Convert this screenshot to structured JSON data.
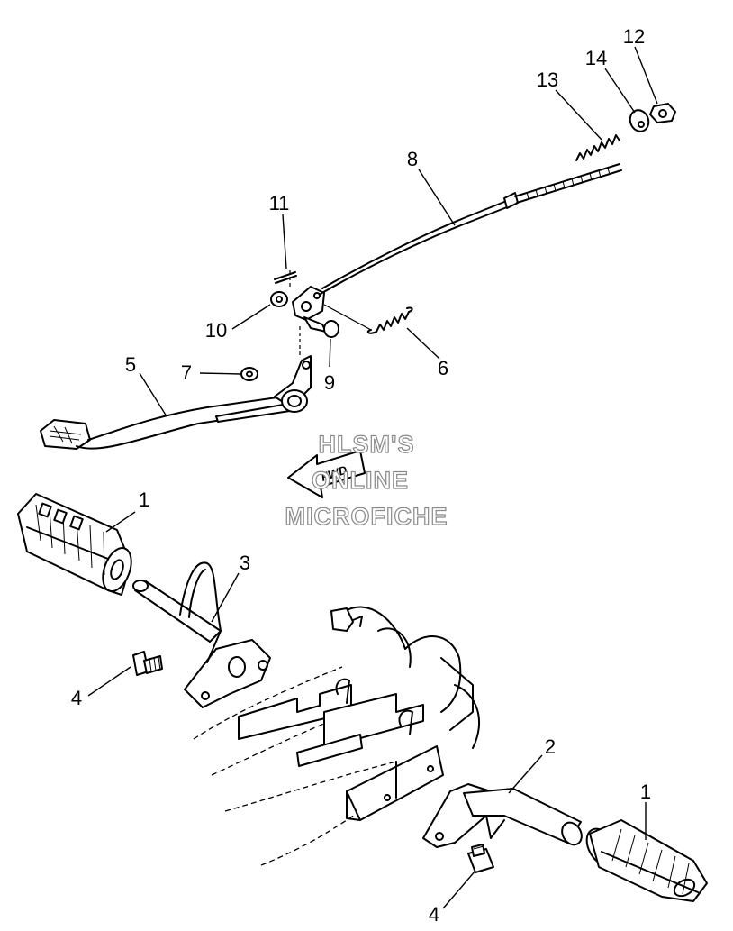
{
  "watermark": {
    "line1": "HLSM'S",
    "line2": "ONLINE",
    "line3": "MICROFICHE"
  },
  "fwd_label": "FWD",
  "callouts": {
    "c1a": "1",
    "c1b": "1",
    "c2": "2",
    "c3": "3",
    "c4a": "4",
    "c4b": "4",
    "c5": "5",
    "c6": "6",
    "c7": "7",
    "c8": "8",
    "c9": "9",
    "c10": "10",
    "c11": "11",
    "c12": "12",
    "c13": "13",
    "c14": "14"
  }
}
